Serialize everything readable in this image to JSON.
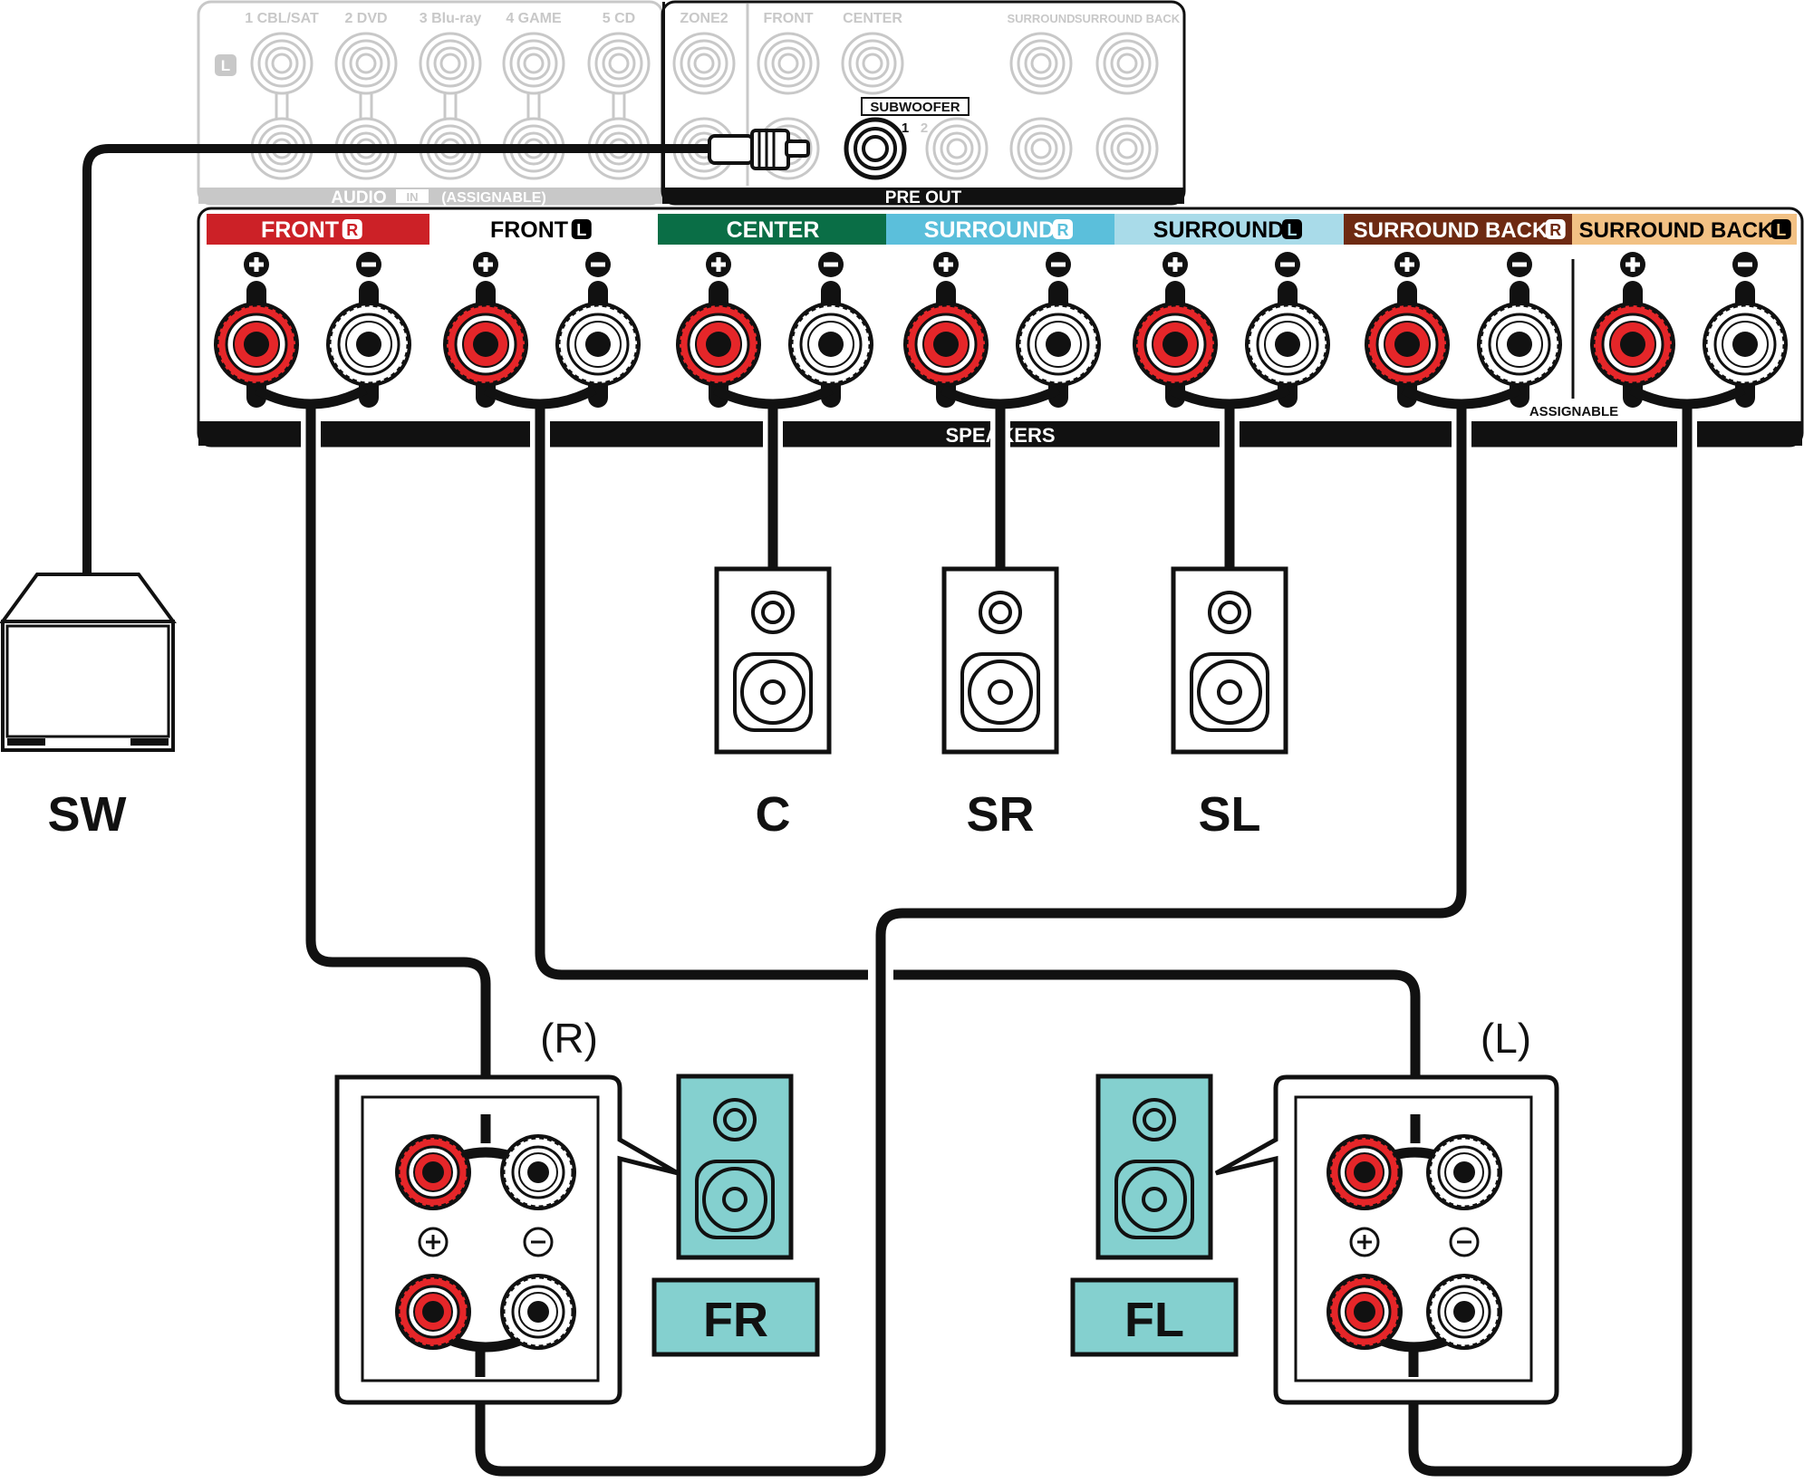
{
  "colors": {
    "front_r": "#cc2127",
    "center": "#0a6e46",
    "surround_r": "#5bbfdb",
    "surround_l": "#a9dbe9",
    "surround_back_r": "#6e2a12",
    "surround_back_l": "#f2c184",
    "speaker_fill": "#84d0cf",
    "terminal_red": "#e52629",
    "faded": "#c8c8c8"
  },
  "audio_in": {
    "inputs": [
      "1 CBL/SAT",
      "2 DVD",
      "3 Blu-ray",
      "4 GAME",
      "5 CD"
    ],
    "channel_badge": "L",
    "label": "AUDIO",
    "in_badge": "IN",
    "assignable": "(ASSIGNABLE)"
  },
  "pre_out": {
    "columns": [
      "ZONE2",
      "FRONT",
      "CENTER",
      "SURROUND",
      "SURROUND BACK"
    ],
    "subwoofer_label": "SUBWOOFER",
    "sub_numbers": [
      "1",
      "2"
    ],
    "label": "PRE OUT"
  },
  "speakers_panel": {
    "channels": [
      {
        "name": "FRONT",
        "badge": "R",
        "color": "#cc2127",
        "text_color": "#ffffff"
      },
      {
        "name": "FRONT",
        "badge": "L",
        "color": "#ffffff",
        "text_color": "#000000"
      },
      {
        "name": "CENTER",
        "badge": "",
        "color": "#0a6e46",
        "text_color": "#ffffff"
      },
      {
        "name": "SURROUND",
        "badge": "R",
        "color": "#5bbfdb",
        "text_color": "#ffffff"
      },
      {
        "name": "SURROUND",
        "badge": "L",
        "color": "#a9dbe9",
        "text_color": "#000000"
      },
      {
        "name": "SURROUND BACK",
        "badge": "R",
        "color": "#6e2a12",
        "text_color": "#ffffff"
      },
      {
        "name": "SURROUND BACK",
        "badge": "L",
        "color": "#f2c184",
        "text_color": "#000000"
      }
    ],
    "plus": "+",
    "minus": "−",
    "assignable": "ASSIGNABLE",
    "label": "SPEAKERS"
  },
  "speaker_labels": {
    "sw": "SW",
    "c": "C",
    "sr": "SR",
    "sl": "SL",
    "fr": "FR",
    "fl": "FL",
    "right_side": "(R)",
    "left_side": "(L)"
  },
  "front_terminal_signs": {
    "plus": "+",
    "minus": "−"
  }
}
